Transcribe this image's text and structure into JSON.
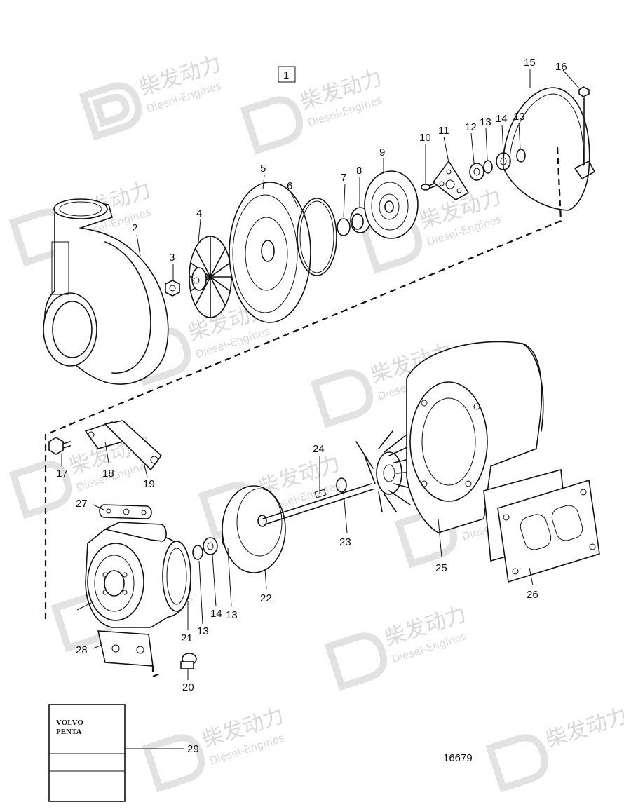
{
  "figure": {
    "group_number": "1",
    "drawing_number": "16679",
    "manual_cover_line1": "VOLVO",
    "manual_cover_line2": "PENTA"
  },
  "watermark": {
    "brand_cn": "柴发动力",
    "brand_en": "Diesel-Engines",
    "logo_icon": "d-logo-icon"
  },
  "parts": [
    {
      "id": "p2",
      "label": "2"
    },
    {
      "id": "p3",
      "label": "3"
    },
    {
      "id": "p4",
      "label": "4"
    },
    {
      "id": "p5",
      "label": "5"
    },
    {
      "id": "p6",
      "label": "6"
    },
    {
      "id": "p7",
      "label": "7"
    },
    {
      "id": "p8",
      "label": "8"
    },
    {
      "id": "p9",
      "label": "9"
    },
    {
      "id": "p10",
      "label": "10"
    },
    {
      "id": "p11",
      "label": "11"
    },
    {
      "id": "p12",
      "label": "12"
    },
    {
      "id": "p13a",
      "label": "13"
    },
    {
      "id": "p14a",
      "label": "14"
    },
    {
      "id": "p13b",
      "label": "13"
    },
    {
      "id": "p15",
      "label": "15"
    },
    {
      "id": "p16",
      "label": "16"
    },
    {
      "id": "p17",
      "label": "17"
    },
    {
      "id": "p18",
      "label": "18"
    },
    {
      "id": "p19",
      "label": "19"
    },
    {
      "id": "p20",
      "label": "20"
    },
    {
      "id": "p21",
      "label": "21"
    },
    {
      "id": "p13c",
      "label": "13"
    },
    {
      "id": "p14b",
      "label": "14"
    },
    {
      "id": "p13d",
      "label": "13"
    },
    {
      "id": "p22",
      "label": "22"
    },
    {
      "id": "p23",
      "label": "23"
    },
    {
      "id": "p24",
      "label": "24"
    },
    {
      "id": "p25",
      "label": "25"
    },
    {
      "id": "p26",
      "label": "26"
    },
    {
      "id": "p27",
      "label": "27"
    },
    {
      "id": "p28",
      "label": "28"
    },
    {
      "id": "p29",
      "label": "29"
    }
  ]
}
